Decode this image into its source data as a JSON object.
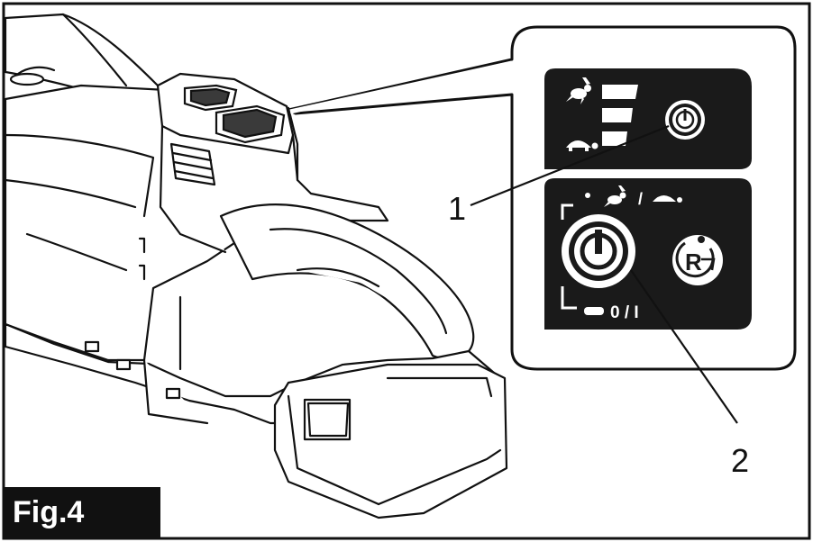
{
  "figure": {
    "label": "Fig.4",
    "callouts": {
      "one": "1",
      "two": "2"
    },
    "bottom_panel_text": "0 / I",
    "reverse_button_letter": "R",
    "colors": {
      "ink": "#111111",
      "panel": "#1a1a1a",
      "paper": "#ffffff"
    },
    "icons": [
      "rabbit-icon",
      "turtle-icon",
      "power-icon",
      "reverse-icon",
      "speed-level-bars-icon"
    ]
  }
}
